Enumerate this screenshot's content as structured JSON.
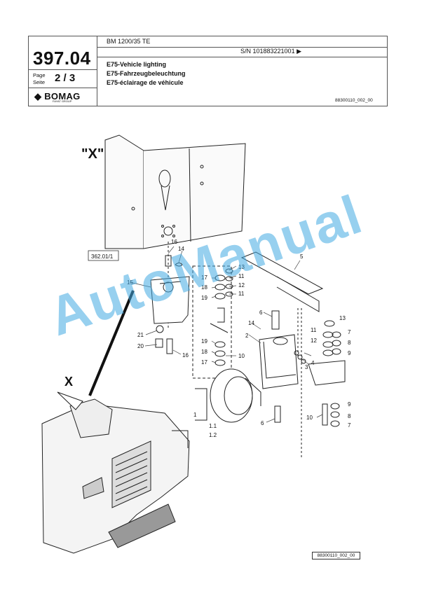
{
  "header": {
    "page_number": "397.04",
    "page_label": "Page",
    "seite_label": "Seite",
    "page_value": "2 / 3",
    "brand": "BOMAG",
    "brand_sub": "FAYAT GROUP",
    "model": "BM 1200/35 TE",
    "serial": "S/N 101883221001 ▶",
    "title_en": "E75-Vehicle lighting",
    "title_de": "E75-Fahrzeugbeleuchtung",
    "title_fr": "E75-éclairage de véhicule",
    "drawing_ref": "88300110_002_00"
  },
  "drawing": {
    "detail_label": "\"X\"",
    "view_label": "X",
    "ref_box": "362.01/1",
    "callouts": [
      "1",
      "1.1",
      "1.2",
      "2",
      "3",
      "4",
      "5",
      "6",
      "6",
      "7",
      "7",
      "8",
      "8",
      "9",
      "9",
      "10",
      "10",
      "11",
      "11",
      "11",
      "12",
      "12",
      "13",
      "13",
      "14",
      "14",
      "15",
      "16",
      "16",
      "17",
      "17",
      "18",
      "18",
      "19",
      "19",
      "20",
      "21"
    ]
  },
  "watermark": "AutoManual",
  "footer": {
    "drawing_ref": "88300110_002_00"
  }
}
